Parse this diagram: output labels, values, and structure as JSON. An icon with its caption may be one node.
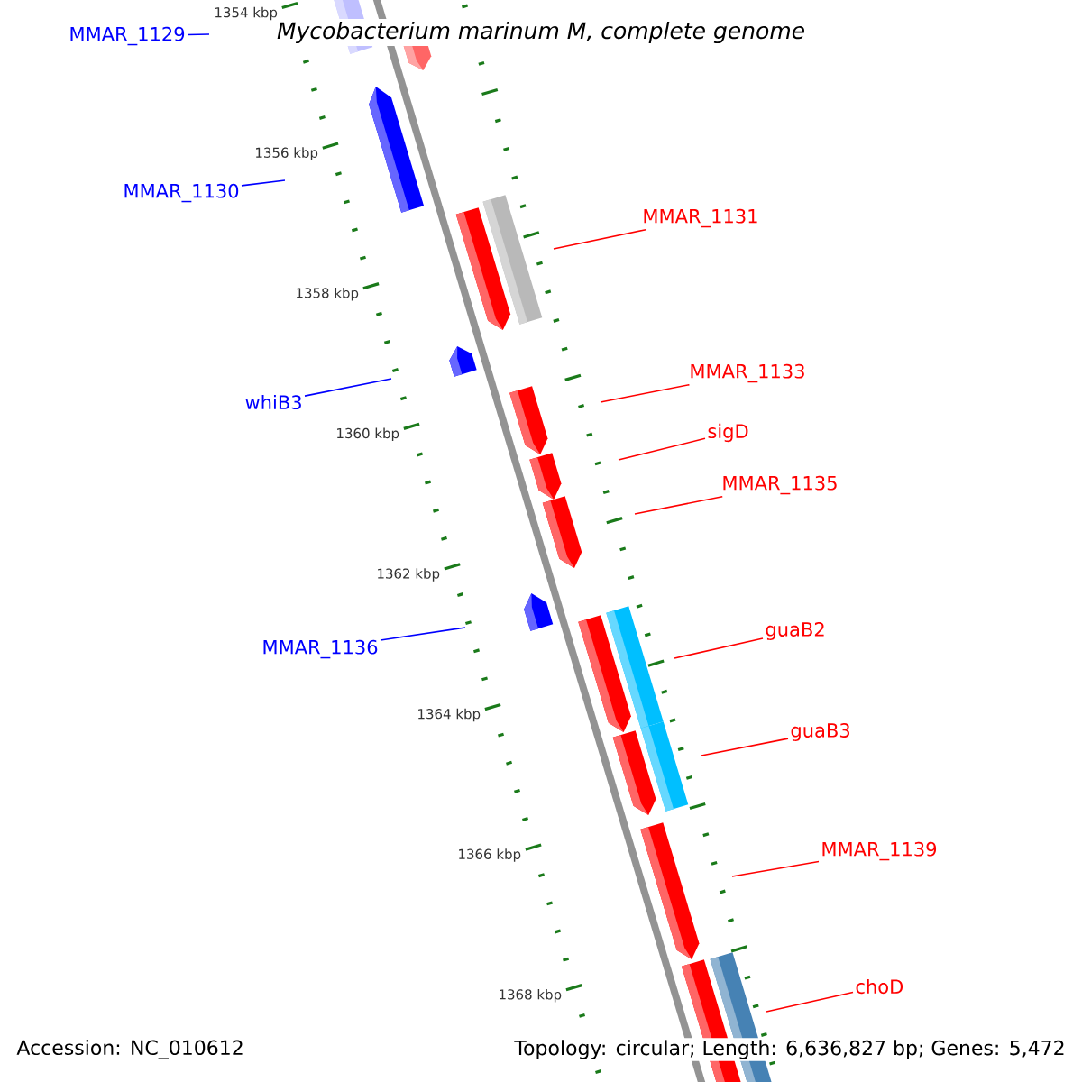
{
  "diagram": {
    "title": "Mycobacterium marinum M, complete genome",
    "nodes": [
      {
        "text": [
          "MMAR_1129"
        ]
      },
      {
        "text": [
          "MMAR_1130"
        ]
      },
      {
        "text": [
          "MMAR_1131"
        ]
      },
      {
        "text": [
          "MMAR_1133"
        ]
      },
      {
        "text": [
          "whiB3"
        ]
      },
      {
        "text": [
          "sigD"
        ]
      },
      {
        "text": [
          "MMAR_1135"
        ]
      },
      {
        "text": [
          "guaB2"
        ]
      },
      {
        "text": [
          "MMAR_1136"
        ]
      },
      {
        "text": [
          "guaB3"
        ]
      },
      {
        "text": [
          "MMAR_1139"
        ]
      },
      {
        "text": [
          "choD"
        ]
      }
    ],
    "edges": [
      {
        "from": 0,
        "to": null,
        "arrow": "none",
        "color": "#0000ff"
      },
      {
        "from": 1,
        "to": null,
        "arrow": "none",
        "color": "#0000ff"
      },
      {
        "from": 2,
        "to": null,
        "arrow": "none"
      },
      {
        "from": 3,
        "to": null,
        "arrow": "none"
      },
      {
        "from": 4,
        "to": null,
        "arrow": "none",
        "color": "#0000ff"
      },
      {
        "from": 5,
        "to": null,
        "arrow": "none"
      },
      {
        "from": 6,
        "to": null,
        "arrow": "none"
      },
      {
        "from": 7,
        "to": null,
        "arrow": "none"
      },
      {
        "from": 8,
        "to": null,
        "arrow": "none",
        "color": "#0000ff"
      },
      {
        "from": 9,
        "to": null,
        "arrow": "none"
      },
      {
        "from": 10,
        "to": null,
        "arrow": "none"
      },
      {
        "from": 11,
        "to": null,
        "arrow": "none"
      }
    ],
    "labels": [
      "1354 kbp",
      "1356 kbp",
      "1358 kbp",
      "1360 kbp",
      "1362 kbp",
      "1364 kbp",
      "1366 kbp",
      "1368 kbp",
      "Accession: NC_010612",
      "Topology: circular; Length: 6,636,827 bp; Genes: 5,472"
    ]
  }
}
